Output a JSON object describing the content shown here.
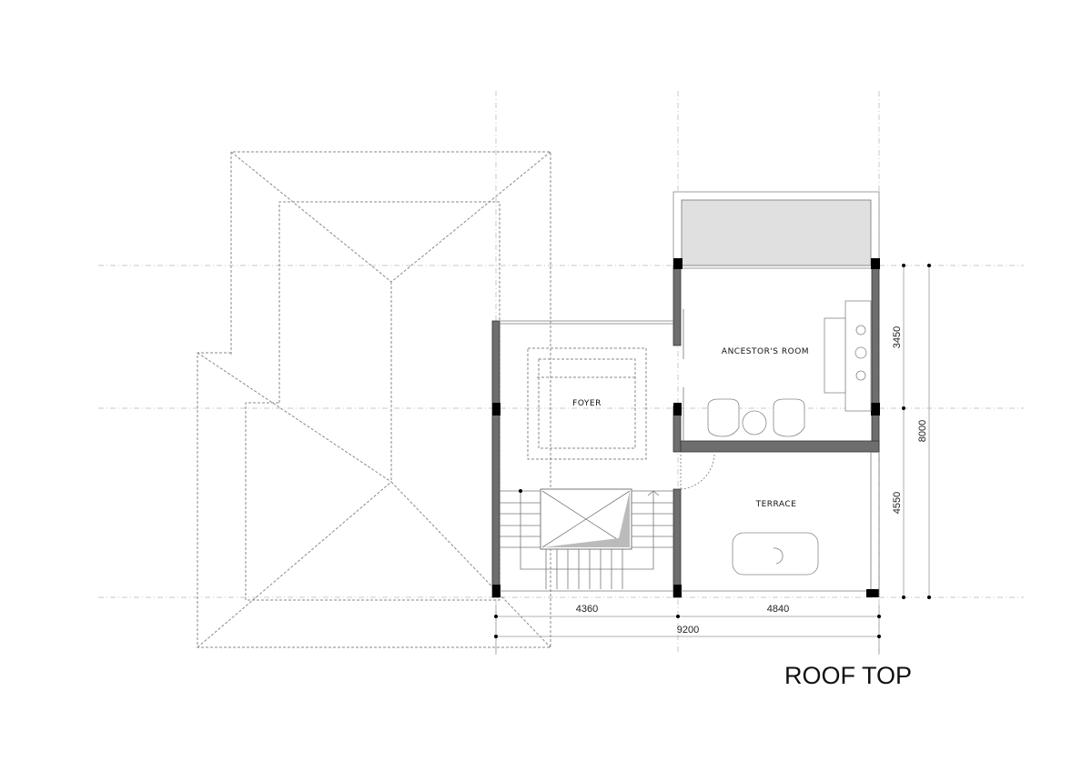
{
  "drawing": {
    "title": "ROOF TOP",
    "rooms": {
      "foyer": "FOYER",
      "ancestors_room": "ANCESTOR'S ROOM",
      "terrace": "TERRACE"
    },
    "dimensions": {
      "left_span": "4360",
      "right_span": "4840",
      "total_width": "9200",
      "upper_depth": "3450",
      "lower_depth": "4550",
      "total_depth": "8000"
    },
    "colors": {
      "wall": "#6e6e6e",
      "column": "#000000",
      "balcony_fill": "#e0e0e0"
    }
  }
}
